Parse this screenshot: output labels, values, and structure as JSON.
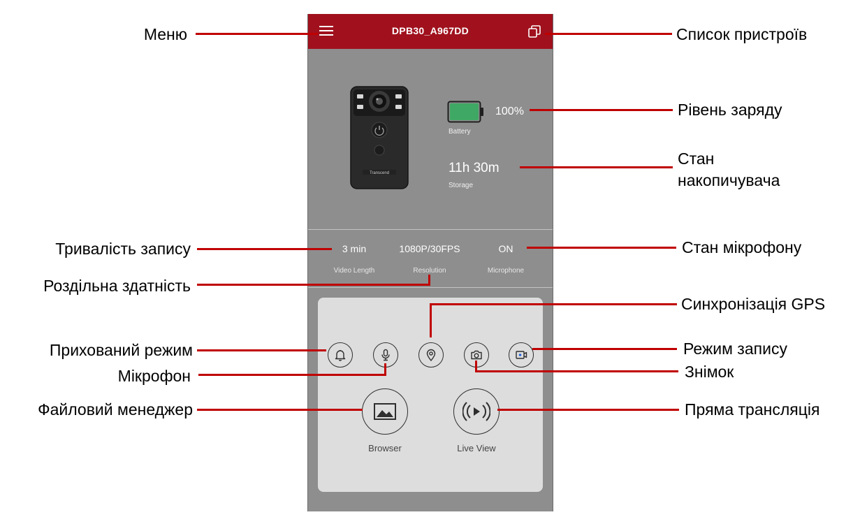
{
  "app": {
    "device_name": "DPB30_A967DD",
    "battery": {
      "percent_text": "100%",
      "label": "Battery",
      "level": 1.0,
      "color": "#3fa864"
    },
    "storage": {
      "value": "11h 30m",
      "label": "Storage"
    },
    "stats": [
      {
        "value": "3 min",
        "label": "Video Length"
      },
      {
        "value": "1080P/30FPS",
        "label": "Resolution"
      },
      {
        "value": "ON",
        "label": "Microphone"
      }
    ],
    "camera_brand": "Transcend",
    "buttons": {
      "browser_label": "Browser",
      "liveview_label": "Live View"
    },
    "icons": {
      "menu": "hamburger-icon",
      "device_list": "copy-icon",
      "hidden_mode": "bell-icon",
      "microphone": "microphone-icon",
      "gps": "map-pin-icon",
      "snapshot": "camera-icon",
      "record_mode": "video-icon",
      "browser": "image-icon",
      "live_view": "broadcast-icon"
    }
  },
  "annotations": {
    "menu": "Меню",
    "device_list": "Список пристроїв",
    "battery_level": "Рівень заряду",
    "storage_line1": "Стан",
    "storage_line2": "накопичувача",
    "video_length": "Тривалість запису",
    "microphone_status": "Стан мікрофону",
    "resolution": "Роздільна здатність",
    "gps_sync": "Синхронізація GPS",
    "hidden_mode": "Прихований режим",
    "record_mode": "Режим запису",
    "microphone": "Мікрофон",
    "snapshot": "Знімок",
    "file_manager": "Файловий менеджер",
    "live_stream": "Пряма трансляція"
  },
  "colors": {
    "header": "#a0111d",
    "screen_bg": "#8e8e8e",
    "panel_bg": "#dddddd",
    "callout": "#c00000"
  }
}
